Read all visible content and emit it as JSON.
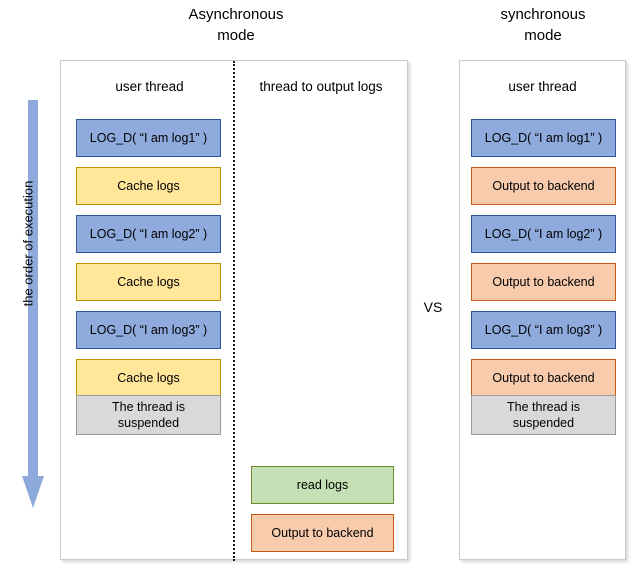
{
  "diagram": {
    "titles": {
      "async": "Asynchronous\nmode",
      "async_line1": "Asynchronous",
      "async_line2": "mode",
      "sync_line1": "synchronous",
      "sync_line2": "mode"
    },
    "vs_label": "VS",
    "order_arrow": {
      "label": "the order of execution",
      "direction": "down",
      "color": "#8EA9DB"
    },
    "async_panel": {
      "columns": [
        {
          "header": "user thread"
        },
        {
          "header": "thread to output logs"
        }
      ],
      "user_thread_steps": [
        {
          "label": "LOG_D( “I am log1” )",
          "color": "blue"
        },
        {
          "label": "Cache logs",
          "color": "yellow"
        },
        {
          "label": "LOG_D( “I am log2” )",
          "color": "blue"
        },
        {
          "label": "Cache logs",
          "color": "yellow"
        },
        {
          "label": "LOG_D( “I am log3” )",
          "color": "blue"
        },
        {
          "label": "Cache logs",
          "color": "yellow"
        },
        {
          "label": "The thread is suspended",
          "color": "gray"
        }
      ],
      "output_thread_steps": [
        {
          "label": "read logs",
          "color": "green"
        },
        {
          "label": "Output to backend",
          "color": "orange"
        }
      ]
    },
    "sync_panel": {
      "columns": [
        {
          "header": "user thread"
        }
      ],
      "user_thread_steps": [
        {
          "label": "LOG_D( “I am log1” )",
          "color": "blue"
        },
        {
          "label": "Output to backend",
          "color": "orange"
        },
        {
          "label": "LOG_D( “I am log2” )",
          "color": "blue"
        },
        {
          "label": "Output to backend",
          "color": "orange"
        },
        {
          "label": "LOG_D( “I am log3” )",
          "color": "blue"
        },
        {
          "label": "Output to backend",
          "color": "orange"
        },
        {
          "label": "The thread is suspended",
          "color": "gray"
        }
      ]
    },
    "colors": {
      "blue_fill": "#8FAADC",
      "blue_border": "#2F5597",
      "yellow_fill": "#FFE699",
      "yellow_border": "#BF9000",
      "orange_fill": "#F8CBAD",
      "orange_border": "#C55A11",
      "green_fill": "#C5E0B4",
      "green_border": "#70892F",
      "gray_fill": "#D9D9D9",
      "gray_border": "#9B9B9B",
      "panel_border": "#C9C9C9",
      "background": "#FFFFFF"
    }
  }
}
